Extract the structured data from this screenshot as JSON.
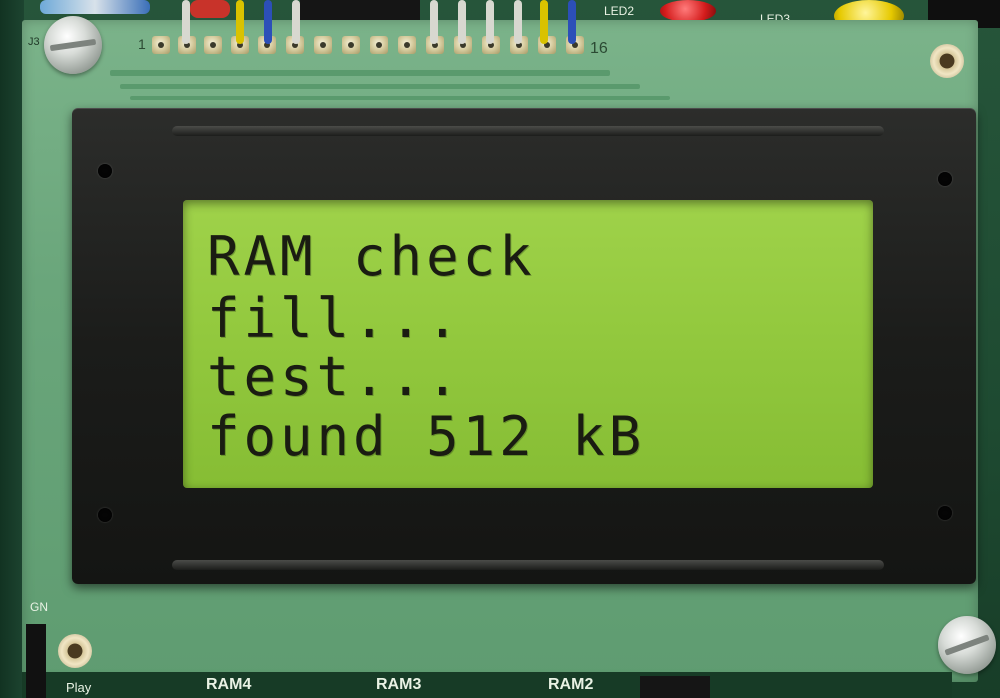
{
  "board": {
    "colors": {
      "pcb_dark": "#1f4a33",
      "module_green": "#6aa67b",
      "bezel": "#1b1c1a",
      "lcd_backlight": "#93c93e",
      "lcd_text": "#1a1c12"
    },
    "silkscreen": {
      "pin_start": "1",
      "pin_end": "16",
      "connector": "J3",
      "led2": "LED2",
      "led3": "LED3",
      "gnd": "GN",
      "play": "Play",
      "ram4": "RAM4",
      "ram3": "RAM3",
      "ram2": "RAM2"
    }
  },
  "lcd": {
    "lines": [
      "RAM check",
      "fill...",
      "test...",
      "found 512 kB"
    ]
  }
}
